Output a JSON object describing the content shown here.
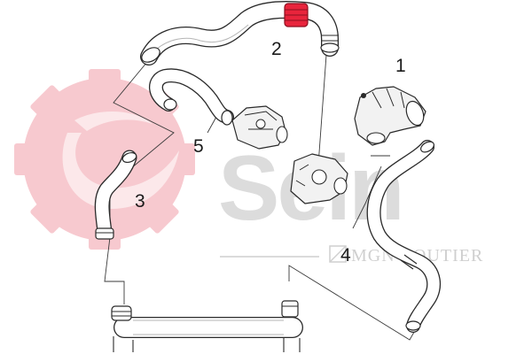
{
  "watermark": {
    "brand": "Sein",
    "subtitle": "MGN COUTIER",
    "gear_color": "#f7c9cf",
    "text_color": "#dcdcdc"
  },
  "highlight_color": "#e8243c",
  "callouts": [
    {
      "label": "1"
    },
    {
      "label": "2"
    },
    {
      "label": "3"
    },
    {
      "label": "4"
    },
    {
      "label": "5"
    }
  ]
}
